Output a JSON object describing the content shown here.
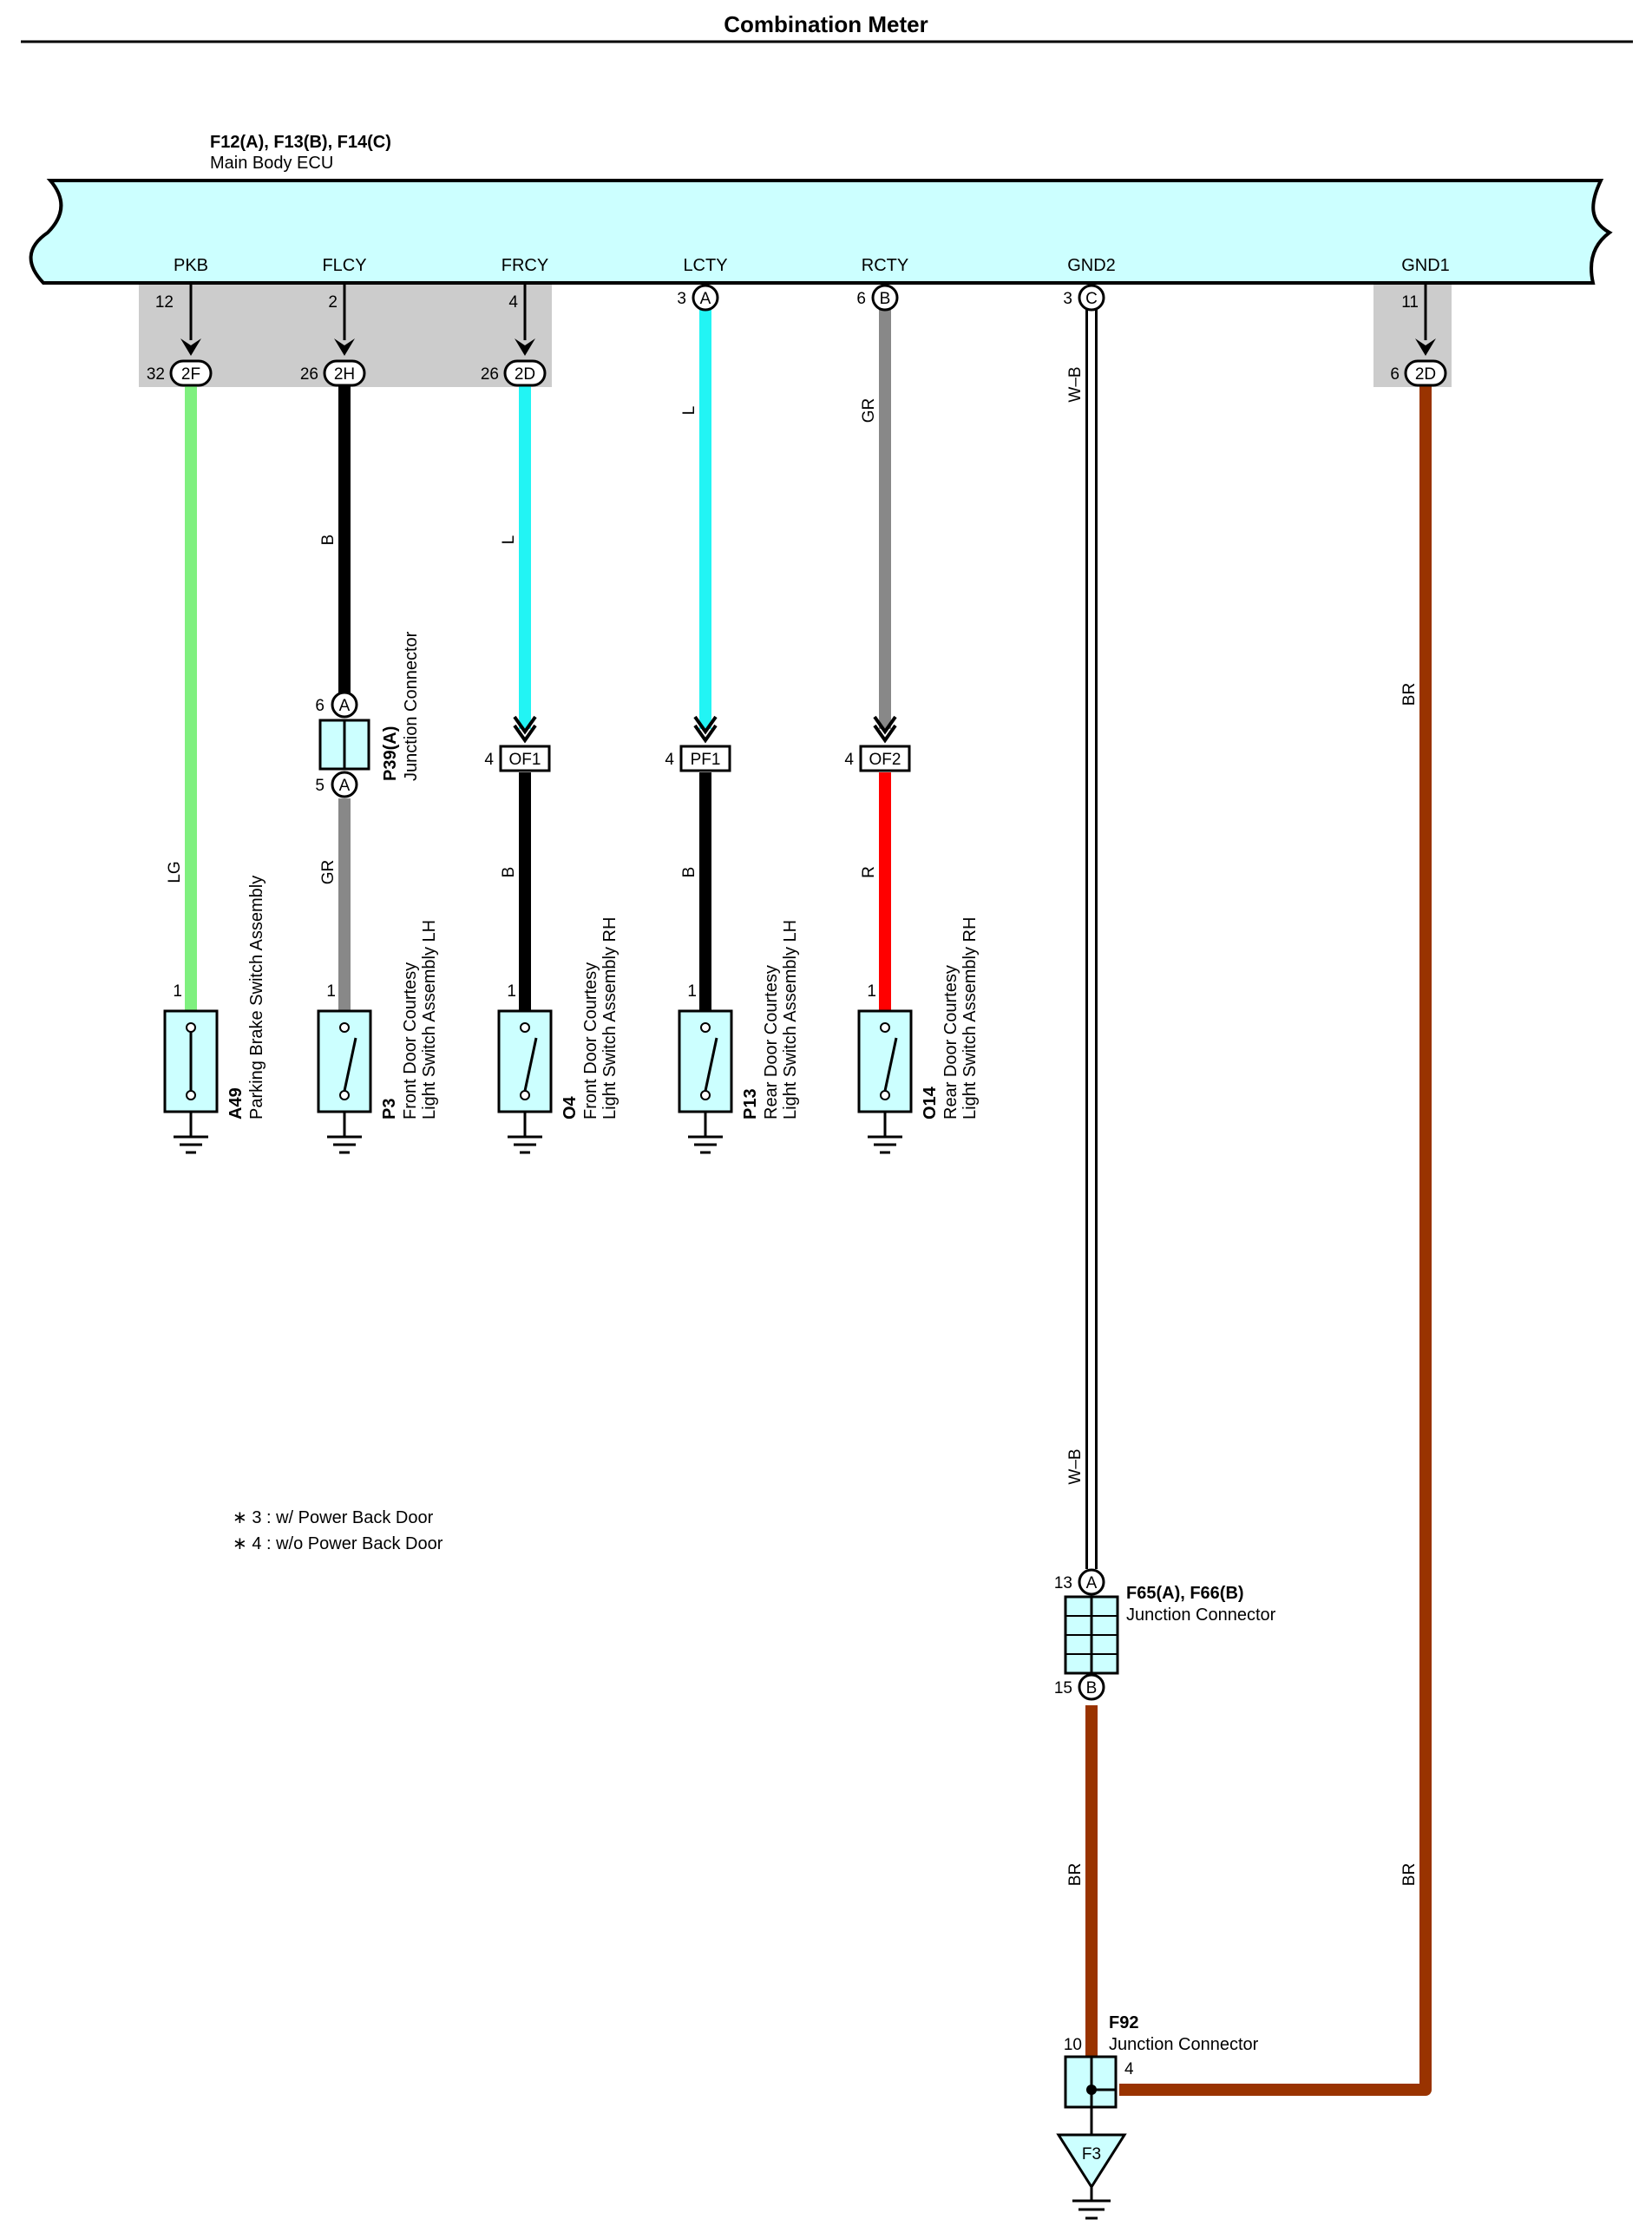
{
  "title": "Combination Meter",
  "ecu": {
    "connectors": "F12(A), F13(B), F14(C)",
    "name": "Main Body ECU",
    "terminals": {
      "pkb": "PKB",
      "flcy": "FLCY",
      "frcy": "FRCY",
      "lcty": "LCTY",
      "rcty": "RCTY",
      "gnd2": "GND2",
      "gnd1": "GND1"
    },
    "pins": {
      "pkb": "12",
      "flcy": "2",
      "frcy": "4",
      "lcty": "3",
      "rcty": "6",
      "gnd2": "3",
      "gnd1": "11"
    },
    "pin_letters": {
      "lcty": "A",
      "rcty": "B",
      "gnd2": "C"
    }
  },
  "junction_blocks": {
    "pkb": {
      "pin": "32",
      "code": "2F"
    },
    "flcy": {
      "pin": "26",
      "code": "2H"
    },
    "frcy": {
      "pin": "26",
      "code": "2D"
    },
    "gnd1": {
      "pin": "6",
      "code": "2D"
    }
  },
  "wire_colors": {
    "pkb": "LG",
    "flcy_upper": "B",
    "flcy_lower": "GR",
    "frcy_upper": "L",
    "frcy_lower": "B",
    "lcty_upper": "L",
    "lcty_lower": "B",
    "rcty_upper": "GR",
    "rcty_lower": "R",
    "gnd2_upper": "W–B",
    "gnd2_mid": "W–B",
    "gnd2_lower": "BR",
    "gnd1_upper": "BR",
    "gnd1_lower": "BR"
  },
  "swatches": {
    "ecu_fill": "#ccffff",
    "shade": "#cccccc",
    "lg": "#7ff07f",
    "b": "#000000",
    "gr": "#888888",
    "l": "#22f4f4",
    "r": "#ff0000",
    "br": "#993300"
  },
  "p39": {
    "id": "P39(A)",
    "name": "Junction Connector",
    "pin_top": "6",
    "pin_bottom": "5",
    "letter": "A"
  },
  "inline_connectors": {
    "frcy": {
      "pin": "4",
      "code": "OF1"
    },
    "lcty": {
      "pin": "4",
      "code": "PF1"
    },
    "rcty": {
      "pin": "4",
      "code": "OF2"
    }
  },
  "switches": [
    {
      "pin": "1",
      "id": "A49",
      "name1": "Parking Brake Switch Assembly",
      "name2": ""
    },
    {
      "pin": "1",
      "id": "P3",
      "name1": "Front Door Courtesy",
      "name2": "Light Switch Assembly LH"
    },
    {
      "pin": "1",
      "id": "O4",
      "name1": "Front Door Courtesy",
      "name2": "Light Switch Assembly RH"
    },
    {
      "pin": "1",
      "id": "P13",
      "name1": "Rear Door Courtesy",
      "name2": "Light Switch Assembly LH"
    },
    {
      "pin": "1",
      "id": "O14",
      "name1": "Rear Door Courtesy",
      "name2": "Light Switch Assembly RH"
    }
  ],
  "notes": [
    "∗ 3 : w/ Power Back Door",
    "∗ 4 : w/o Power Back Door"
  ],
  "f65": {
    "id": "F65(A), F66(B)",
    "name": "Junction Connector",
    "pin_top": "13",
    "letter_top": "A",
    "pin_bottom": "15",
    "letter_bottom": "B"
  },
  "f92": {
    "id": "F92",
    "name": "Junction Connector",
    "pin_left": "10",
    "pin_right": "4"
  },
  "ground_point": "F3"
}
